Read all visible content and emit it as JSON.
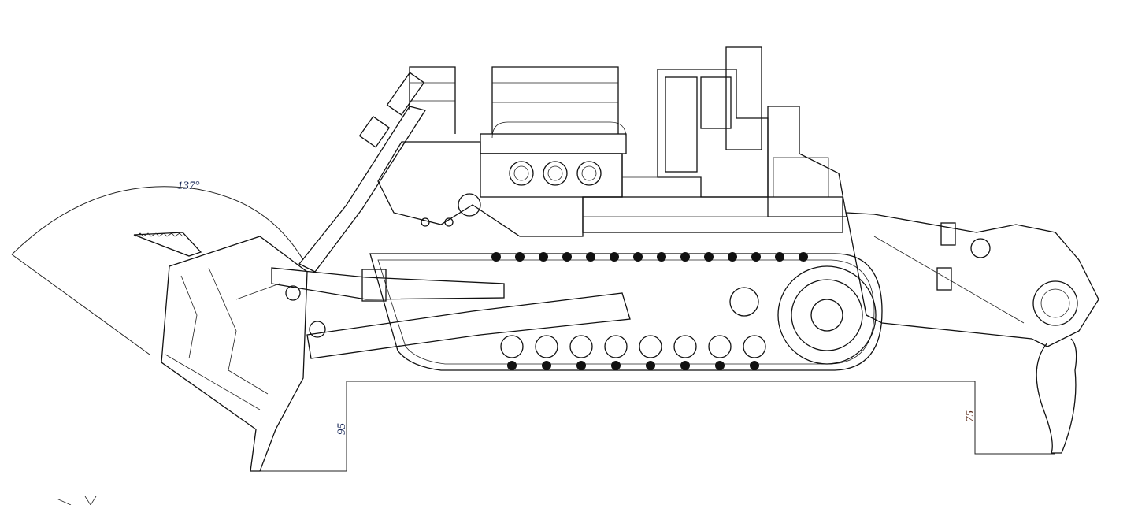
{
  "drawing": {
    "blade_angle_label": "137°",
    "blade_depth_label": "95",
    "ripper_depth_label": "75"
  },
  "colors": {
    "line": "#111111",
    "angle_label": "#1a2a5a",
    "blade_depth_label": "#1a2a5a",
    "ripper_depth_label": "#5a2a1a"
  },
  "track": {
    "top_rollers": 14,
    "bottom_rollers": 8
  }
}
